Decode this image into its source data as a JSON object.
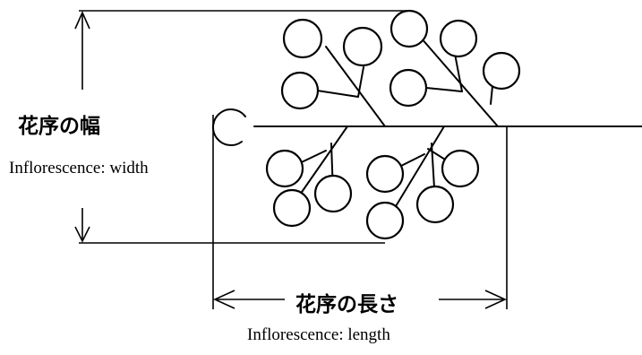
{
  "labels": {
    "width_jp": "花序の幅",
    "width_en": "Inflorescence: width",
    "length_jp": "花序の長さ",
    "length_en": "Inflorescence: length"
  },
  "colors": {
    "stroke": "#000000",
    "background": "#ffffff"
  }
}
